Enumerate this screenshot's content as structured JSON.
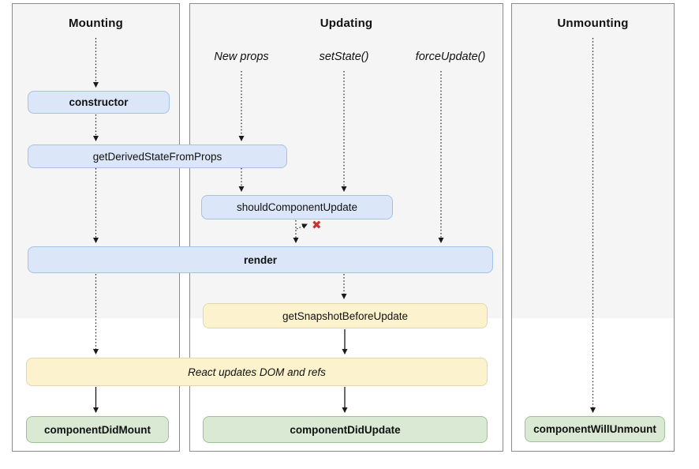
{
  "colors": {
    "blue_fill": "#dbe7f8",
    "blue_border": "#a4c2e6",
    "yellow_fill": "#fcf3ce",
    "yellow_border": "#e2d7aa",
    "green_fill": "#d9e9d4",
    "green_border": "#9dc297",
    "panel_bg": "#f5f5f5",
    "panel_border": "#8a8a8a",
    "arrow": "#1a1a1a",
    "red_x": "#cc3333",
    "text": "#111111"
  },
  "columns": {
    "mounting": {
      "title": "Mounting"
    },
    "updating": {
      "title": "Updating"
    },
    "unmounting": {
      "title": "Unmounting"
    }
  },
  "triggers": {
    "new_props": "New props",
    "set_state": "setState()",
    "force_update": "forceUpdate()"
  },
  "methods": {
    "constructor_box": "constructor",
    "get_derived_state_from_props": "getDerivedStateFromProps",
    "should_component_update": "shouldComponentUpdate",
    "render_box": "render",
    "get_snapshot_before_update": "getSnapshotBeforeUpdate",
    "react_updates_dom": "React updates DOM and refs",
    "component_did_mount": "componentDidMount",
    "component_did_update": "componentDidUpdate",
    "component_will_unmount": "componentWillUnmount"
  },
  "icons": {
    "skip_render_x": "✖"
  }
}
